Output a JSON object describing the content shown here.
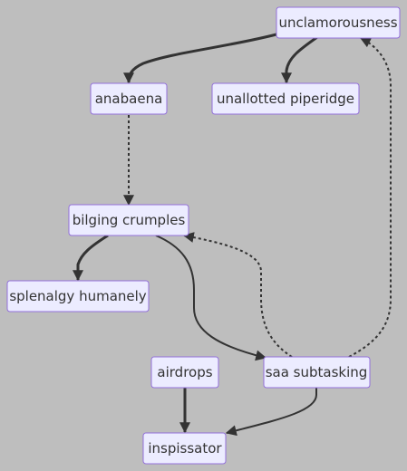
{
  "diagram": {
    "type": "flowchart",
    "nodes": [
      {
        "id": "unclamorousness",
        "label": "unclamorousness"
      },
      {
        "id": "anabaena",
        "label": "anabaena"
      },
      {
        "id": "unallotted",
        "label": "unallotted piperidge"
      },
      {
        "id": "bilging",
        "label": "bilging crumples"
      },
      {
        "id": "splenalgy",
        "label": "splenalgy humanely"
      },
      {
        "id": "airdrops",
        "label": "airdrops"
      },
      {
        "id": "saa",
        "label": "saa subtasking"
      },
      {
        "id": "inspissator",
        "label": "inspissator"
      }
    ],
    "edges": [
      {
        "from": "unclamorousness",
        "to": "anabaena",
        "style": "thick"
      },
      {
        "from": "unclamorousness",
        "to": "unallotted",
        "style": "thick"
      },
      {
        "from": "anabaena",
        "to": "bilging",
        "style": "dotted"
      },
      {
        "from": "bilging",
        "to": "splenalgy",
        "style": "thick"
      },
      {
        "from": "bilging",
        "to": "saa",
        "style": "normal"
      },
      {
        "from": "saa",
        "to": "bilging",
        "style": "dotted"
      },
      {
        "from": "saa",
        "to": "unclamorousness",
        "style": "dotted"
      },
      {
        "from": "airdrops",
        "to": "inspissator",
        "style": "thick"
      },
      {
        "from": "saa",
        "to": "inspissator",
        "style": "normal"
      }
    ],
    "colors": {
      "background": "#bebebe",
      "node_fill": "#ececff",
      "node_border": "#9370db",
      "edge": "#333333",
      "text": "#333333"
    }
  }
}
